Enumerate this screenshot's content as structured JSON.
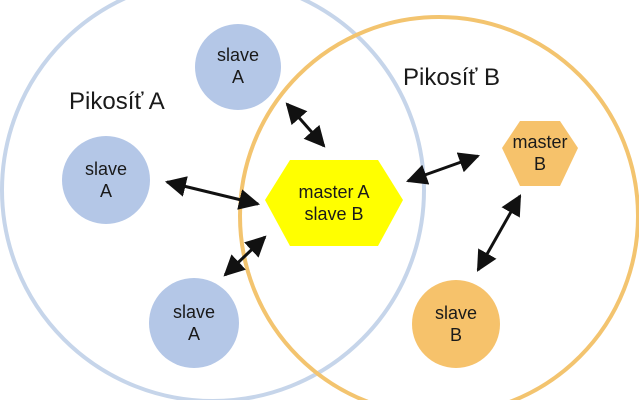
{
  "networks": {
    "a": {
      "label": "Pikosíť A"
    },
    "b": {
      "label": "Pikosíť B"
    }
  },
  "nodes": {
    "slave_a_top": {
      "line1": "slave",
      "line2": "A"
    },
    "slave_a_mid": {
      "line1": "slave",
      "line2": "A"
    },
    "slave_a_bottom": {
      "line1": "slave",
      "line2": "A"
    },
    "master_a_slave_b": {
      "line1": "master A",
      "line2": "slave B"
    },
    "master_b": {
      "line1": "master",
      "line2": "B"
    },
    "slave_b": {
      "line1": "slave",
      "line2": "B"
    }
  },
  "colors": {
    "network_a_border": "#c6d5ea",
    "network_b_border": "#f3c46f",
    "slave_a_fill": "#b4c7e7",
    "master_b_fill": "#f6c26b",
    "slave_b_fill": "#f6c26b",
    "bridge_fill": "#ffff00",
    "arrow": "#111111"
  }
}
